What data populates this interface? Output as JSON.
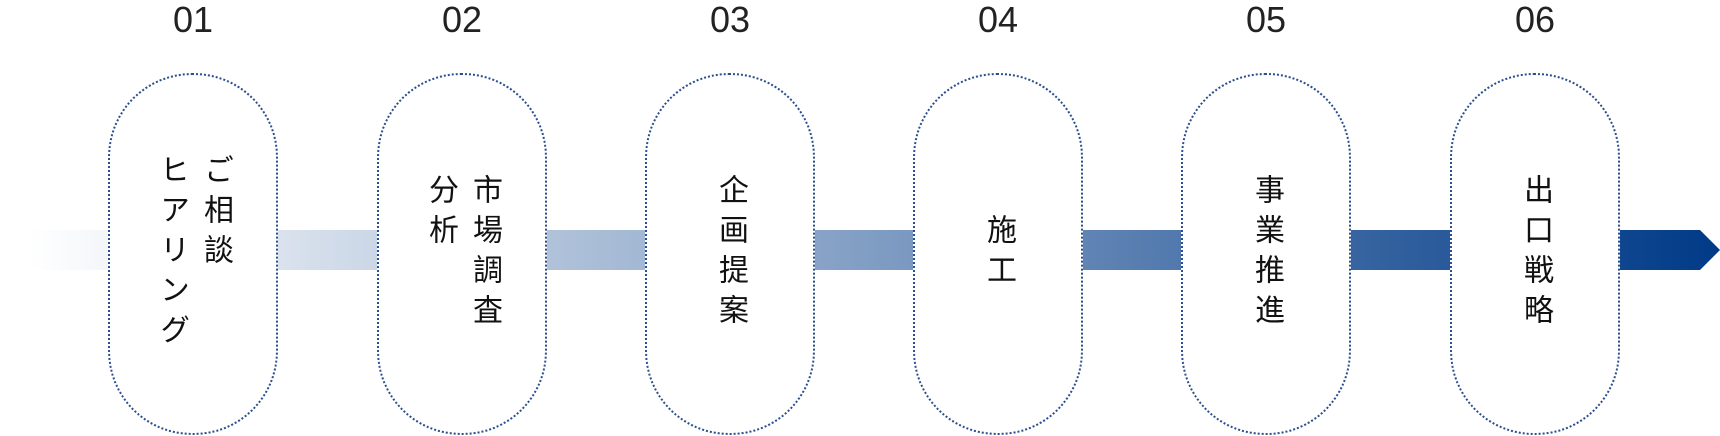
{
  "diagram": {
    "colors": {
      "arrow_start": "#ffffff",
      "arrow_end": "#003a87",
      "outline": "#2b4f8e",
      "text": "#111111",
      "number": "#222222"
    },
    "steps": [
      {
        "number": "01",
        "label": "ご相談\nヒアリング"
      },
      {
        "number": "02",
        "label": "市場調査\n分析"
      },
      {
        "number": "03",
        "label": "企画提案"
      },
      {
        "number": "04",
        "label": "施工"
      },
      {
        "number": "05",
        "label": "事業推進"
      },
      {
        "number": "06",
        "label": "出口戦略"
      }
    ]
  }
}
